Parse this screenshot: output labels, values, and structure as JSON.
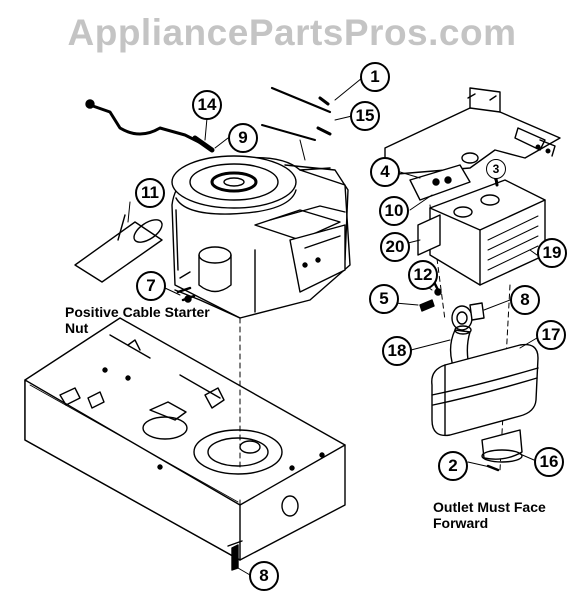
{
  "watermark": "AppliancePartsPros.com",
  "callouts": [
    "1",
    "15",
    "14",
    "9",
    "11",
    "7",
    "4",
    "10",
    "3",
    "20",
    "19",
    "12",
    "5",
    "8",
    "18",
    "17",
    "2",
    "16",
    "8"
  ],
  "notes": {
    "cable_line1": "Positive Cable Starter",
    "cable_line2": "Nut",
    "outlet_line1": "Outlet Must Face",
    "outlet_line2": "Forward"
  }
}
